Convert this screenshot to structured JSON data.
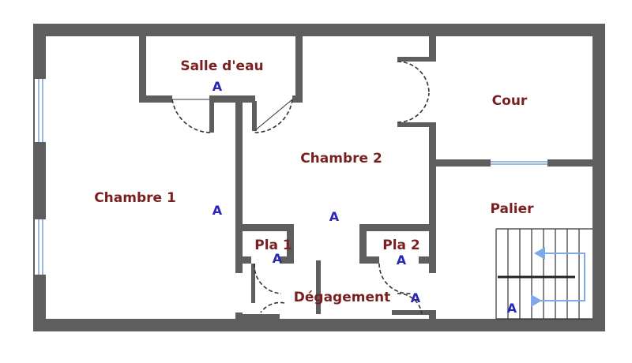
{
  "plan": {
    "rooms": {
      "salle_deau": "Salle d'eau",
      "cour": "Cour",
      "chambre_1": "Chambre 1",
      "chambre_2": "Chambre 2",
      "palier": "Palier",
      "pla_1": "Pla 1",
      "pla_2": "Pla 2",
      "degagement": "Dégagement"
    },
    "marker": "A",
    "colors": {
      "wall": "#5e5e5e",
      "label": "#7a1f1f",
      "marker": "#2727b8",
      "window": "#9fb8e0",
      "stair_arrow": "#7ea8e8"
    }
  }
}
